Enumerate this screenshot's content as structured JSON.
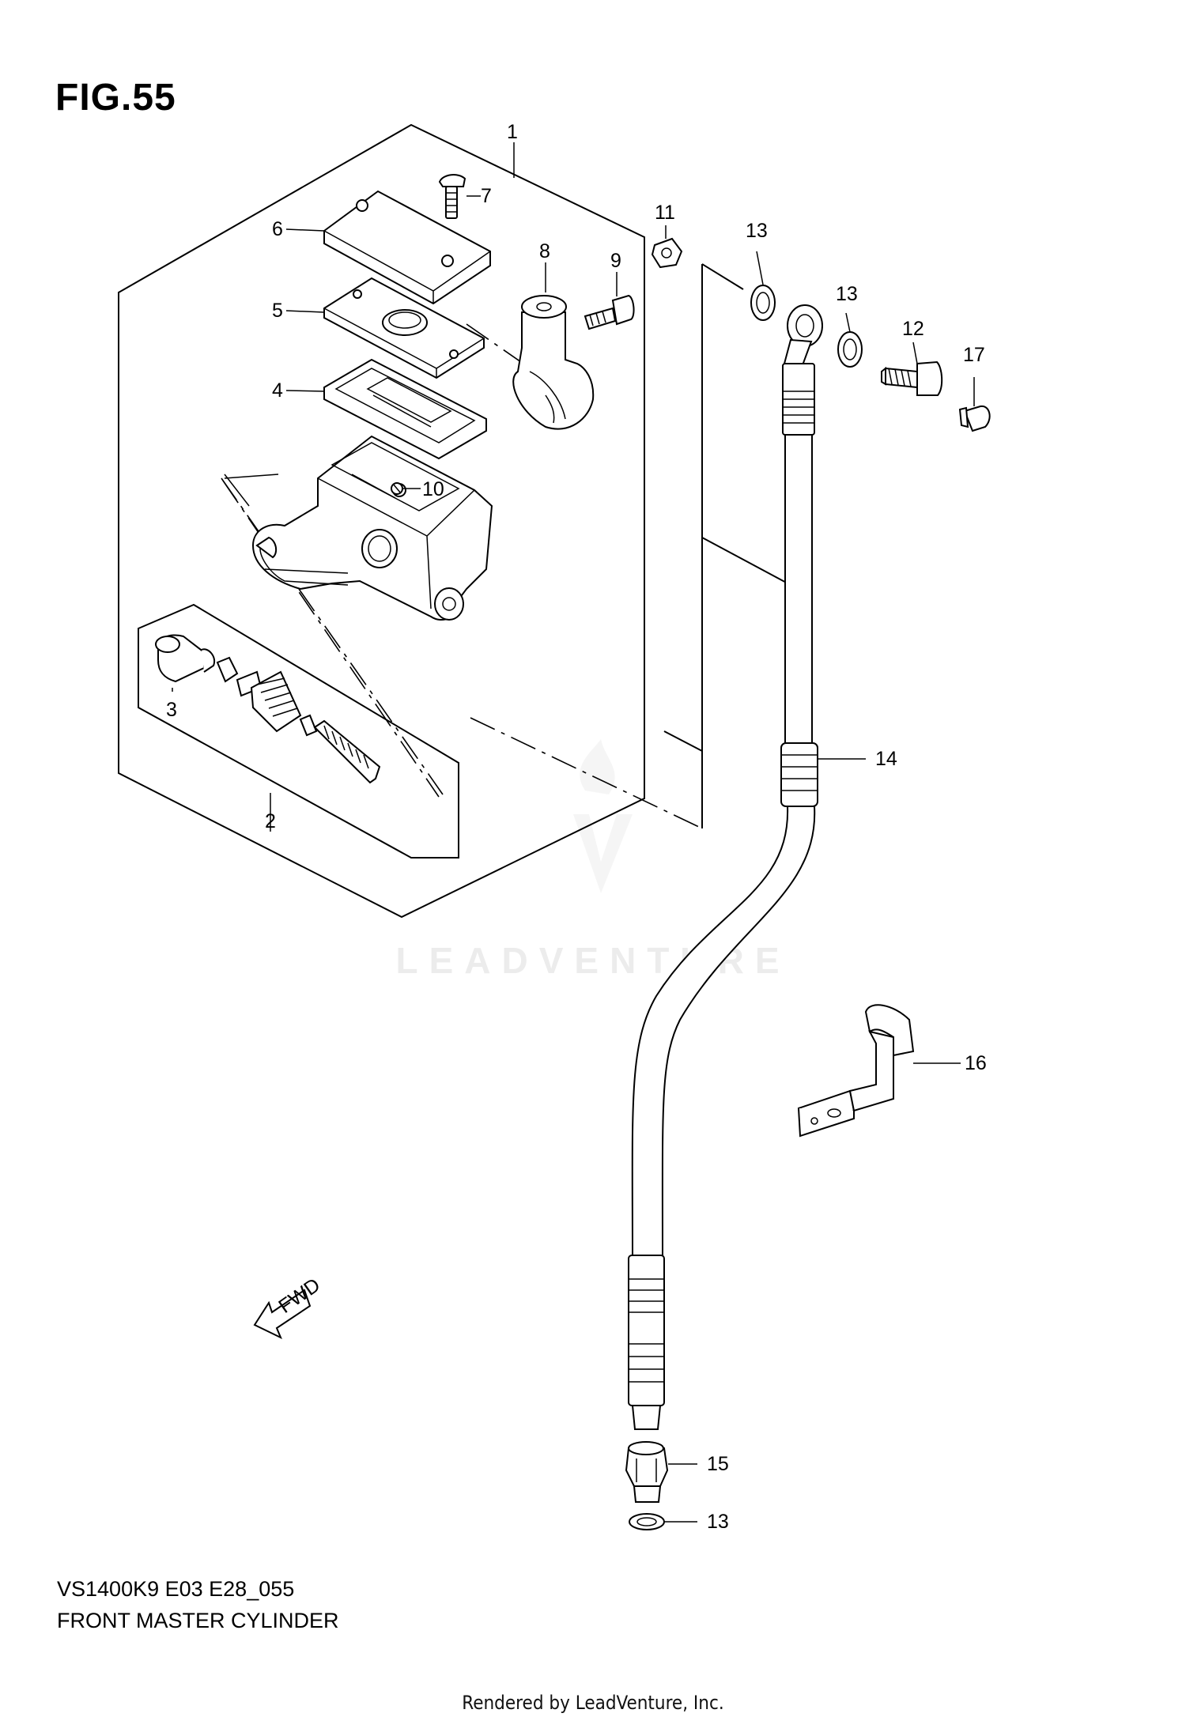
{
  "figure": {
    "title": "FIG.55",
    "model_code": "VS1400K9 E03 E28_055",
    "caption": "FRONT MASTER CYLINDER",
    "rendered_by": "Rendered by LeadVenture, Inc.",
    "watermark": "LEADVENTURE"
  },
  "callouts": [
    "1",
    "2",
    "3",
    "4",
    "5",
    "6",
    "7",
    "8",
    "9",
    "10",
    "11",
    "12",
    "13",
    "14",
    "15",
    "16",
    "17",
    "13",
    "13"
  ],
  "fwd_label": "FWD"
}
